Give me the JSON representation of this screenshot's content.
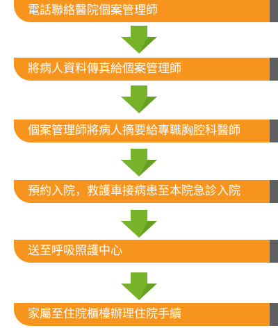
{
  "colors": {
    "step_fill": "#f7941d",
    "step_edge": "#5f5f5f",
    "step_text": "#ffffff",
    "arrow_fill": "#77b32a",
    "arrow_dark": "#4f8a16"
  },
  "steps": [
    {
      "label": "電話聯絡醫院個案管理師"
    },
    {
      "label": "將病人資料傳真給個案管理師"
    },
    {
      "label": "個案管理師將病人摘要給專職胸腔科醫師"
    },
    {
      "label": "預約入院，救護車接病患至本院急診入院"
    },
    {
      "label": "送至呼吸照護中心"
    },
    {
      "label": "家屬至住院櫃檯辦理住院手續"
    }
  ],
  "arrow_icon": "down-arrow-icon"
}
